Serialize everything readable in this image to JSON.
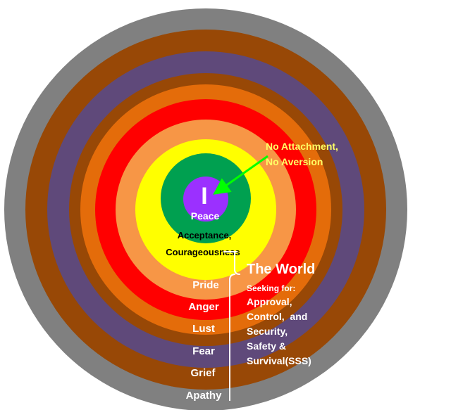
{
  "rings": [
    {
      "name": "ring-gray",
      "color": "#808080"
    },
    {
      "name": "ring-brown-outer",
      "color": "#984806"
    },
    {
      "name": "ring-purple",
      "color": "#5f497a"
    },
    {
      "name": "ring-brown-inner",
      "color": "#984806"
    },
    {
      "name": "ring-orange",
      "color": "#e46c0a"
    },
    {
      "name": "ring-red",
      "color": "#ff0000"
    },
    {
      "name": "ring-orange-inner",
      "color": "#f79646"
    },
    {
      "name": "ring-yellow",
      "color": "#ffff00"
    },
    {
      "name": "ring-green",
      "color": "#00a050"
    },
    {
      "name": "center-purple",
      "color": "#9b30ff"
    }
  ],
  "center": {
    "symbol": "I",
    "label": "Peace"
  },
  "note": {
    "line1": "No Attachment,",
    "line2": "No Aversion",
    "color": "#ffff66"
  },
  "acceptance": {
    "line1": "Acceptance,",
    "line2": "Courageousness"
  },
  "levels": [
    "Pride",
    "Anger",
    "Lust",
    "Fear",
    "Grief",
    "Apathy"
  ],
  "world": {
    "title": "The World",
    "subtitle": "Seeking for:",
    "lines": [
      "Approval,",
      "Control,  and",
      "Security,",
      "Safety &",
      "Survival(SSS)"
    ]
  },
  "colors": {
    "arrow": "#00ff00",
    "text_light": "#ffffff",
    "text_dark": "#000000"
  }
}
